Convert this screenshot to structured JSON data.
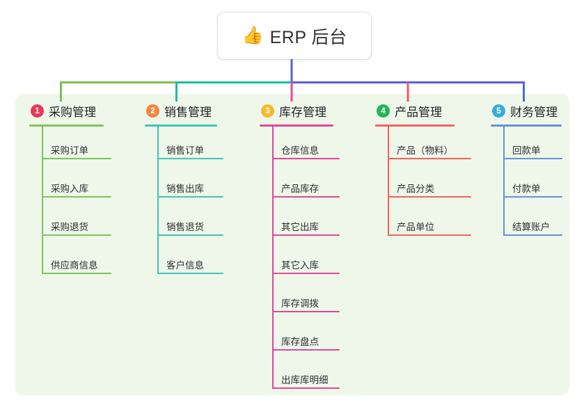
{
  "root": {
    "icon": "thumbs-up-icon",
    "icon_glyph": "👍",
    "label": "ERP 后台"
  },
  "panel": {
    "background": "#eef7e9"
  },
  "connector_colors": {
    "trunk": "#5a5ed6",
    "left_segment": "#7dbf4e",
    "mid_segment": "#17bfa0",
    "right_segment": "#5a5ed6",
    "drop_1": "#7dbf4e",
    "drop_2": "#17bfa0",
    "drop_3": "#e8479a",
    "drop_4": "#f2585f",
    "drop_5": "#4472c4"
  },
  "columns": [
    {
      "number": "1",
      "title": "采购管理",
      "badge_color": "#e8385a",
      "line_color": "#82c25c",
      "items": [
        "采购订单",
        "采购入库",
        "采购退货",
        "供应商信息"
      ]
    },
    {
      "number": "2",
      "title": "销售管理",
      "badge_color": "#f3853c",
      "line_color": "#3fc6b6",
      "items": [
        "销售订单",
        "销售出库",
        "销售退货",
        "客户信息"
      ]
    },
    {
      "number": "3",
      "title": "库存管理",
      "badge_color": "#f6b92b",
      "line_color": "#e1479a",
      "items": [
        "仓库信息",
        "产品库存",
        "其它出库",
        "其它入库",
        "库存调拨",
        "库存盘点",
        "出库库明细"
      ]
    },
    {
      "number": "4",
      "title": "产品管理",
      "badge_color": "#23b457",
      "line_color": "#f4615f",
      "items": [
        "产品（物料）",
        "产品分类",
        "产品单位"
      ]
    },
    {
      "number": "5",
      "title": "财务管理",
      "badge_color": "#37ace2",
      "line_color": "#6b8fd6",
      "items": [
        "回款单",
        "付款单",
        "结算账户"
      ]
    }
  ]
}
